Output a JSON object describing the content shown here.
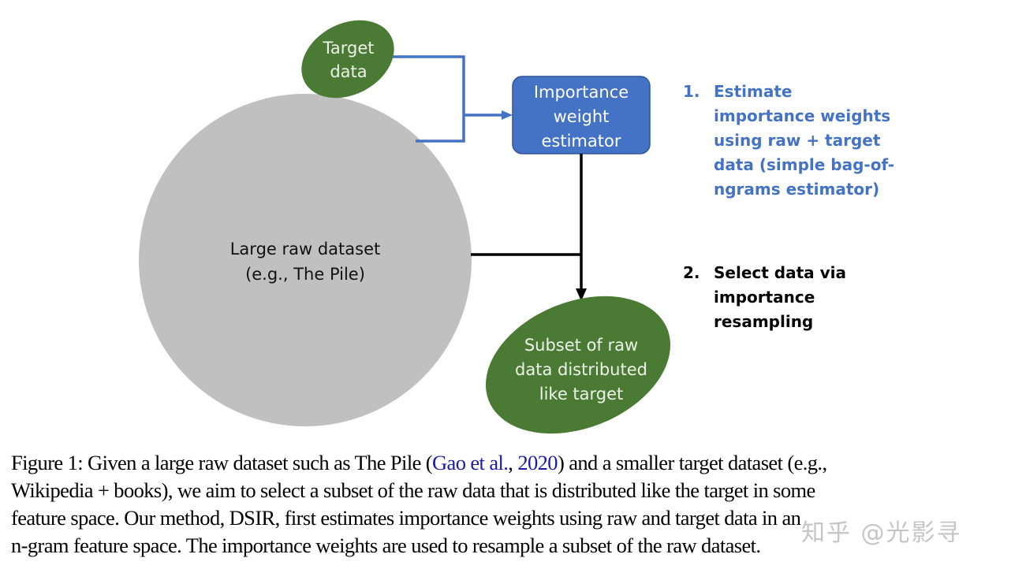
{
  "figure": {
    "nodes": {
      "target": {
        "lines": [
          "Target",
          "data"
        ],
        "color": "#4a7a34"
      },
      "raw": {
        "lines": [
          "Large raw dataset",
          "(e.g., The Pile)"
        ],
        "color": "#c0c0c0"
      },
      "estimator": {
        "lines": [
          "Importance",
          "weight",
          "estimator"
        ],
        "color": "#4472c4",
        "border": "#2f5597"
      },
      "subset": {
        "lines": [
          "Subset of raw",
          "data distributed",
          "like target"
        ],
        "color": "#4a7a34"
      }
    },
    "edge_colors": {
      "blue": "#4472c4",
      "black": "#000000"
    },
    "steps": [
      {
        "number": "1.",
        "text": "Estimate\nimportance weights\nusing raw + target\ndata (simple bag-of-\nngrams estimator)",
        "color": "#4472c4"
      },
      {
        "number": "2.",
        "text": "Select data via\nimportance\nresampling",
        "color": "#000000"
      }
    ]
  },
  "caption": {
    "line1_pre": "Figure 1: Given a large raw dataset such as The Pile (",
    "cite_author": "Gao et al.",
    "cite_sep": ", ",
    "cite_year": "2020",
    "line1_post": ") and a smaller target dataset (e.g.,",
    "line2": "Wikipedia + books), we aim to select a subset of the raw data that is distributed like the target in some",
    "line3": "feature space. Our method, DSIR, first estimates importance weights using raw and target data in an",
    "line4": "n-gram feature space. The importance weights are used to resample a subset of the raw dataset."
  },
  "watermark": "知乎 @光影寻"
}
